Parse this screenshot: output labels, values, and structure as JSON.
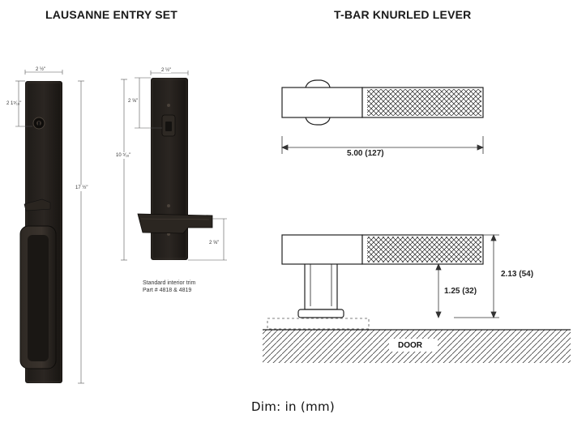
{
  "left_title": "LAUSANNE ENTRY SET",
  "right_title": "T-BAR KNURLED LEVER",
  "entry_set": {
    "width_label": "2 ½\"",
    "top_to_cylinder_label": "2 1⁵⁄₁₆\"",
    "overall_height_label": "17 ½\""
  },
  "interior_trim": {
    "width_label": "2 ½\"",
    "top_to_turn_label": "2 ⅝\"",
    "overall_height_label": "10 ⁵⁄₁₆\"",
    "bottom_to_lever_label": "2 ⅝\"",
    "caption_line1": "Standard interior trim",
    "caption_line2": "Part # 4818 & 4819"
  },
  "lever": {
    "length_label": "5.00 (127)",
    "projection_label": "2.13 (54)",
    "base_height_label": "1.25 (32)",
    "door_label": "DOOR"
  },
  "units_note": "Dim: in (mm)"
}
